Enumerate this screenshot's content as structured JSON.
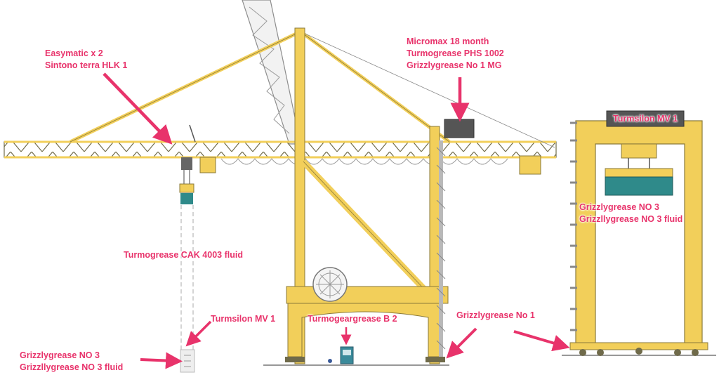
{
  "colors": {
    "crane_yellow": "#f2cf5a",
    "crane_outline": "#8a7a3a",
    "annotation": "#e8336b",
    "container_teal": "#2f8a8a",
    "machinery_dark": "#555555"
  },
  "annotations": {
    "easymatic": {
      "line1": "Easymatic x 2",
      "line2": "Sintono terra HLK 1"
    },
    "micromax": {
      "line1": "Micromax 18 month",
      "line2": "Turmogrease PHS 1002",
      "line3": "Grizzlygrease No 1 MG"
    },
    "turmsilon_top": {
      "line1": "Turmsilon MV 1"
    },
    "grizzly_right": {
      "line1": "Grizzlygrease NO 3",
      "line2": "Grizzllygrease NO 3 fluid"
    },
    "cak": {
      "line1": "Turmogrease CAK 4003 fluid"
    },
    "turmsilon_bottom": {
      "line1": "Turmsilon MV 1"
    },
    "turmogeargrease": {
      "line1": "Turmogeargrease B 2"
    },
    "grizzly_no1": {
      "line1": "Grizzlygrease No 1"
    },
    "grizzly_left": {
      "line1": "Grizzlygrease NO 3",
      "line2": "Grizzllygrease NO 3 fluid"
    }
  }
}
